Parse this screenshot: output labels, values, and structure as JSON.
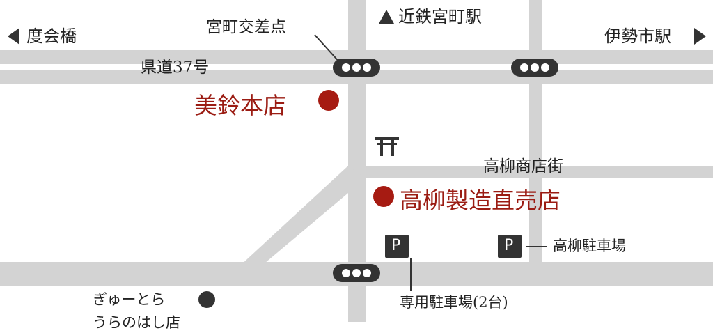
{
  "colors": {
    "road": "#d3d3d3",
    "ink": "#333333",
    "accent": "#a61b12",
    "text_red": "#9b1c13",
    "parking_bg": "#333333"
  },
  "directions": {
    "left": "度会橋",
    "top": "近鉄宮町駅",
    "right": "伊勢市駅"
  },
  "roads": {
    "prefectural": "県道37号",
    "shotengai": "高柳商店街"
  },
  "intersections": {
    "miyamachi": "宮町交差点"
  },
  "places": {
    "misuzu": "美鈴本店",
    "main_store": "高柳製造直売店",
    "gyutora_line1": "ぎゅーとら",
    "gyutora_line2": "うらのはし店"
  },
  "parking": {
    "symbol": "P",
    "takayanagi": "高柳駐車場",
    "dedicated": "専用駐車場(2台)"
  },
  "icons": {
    "traffic_light": "traffic-light-icon",
    "shrine": "torii-icon",
    "location": "location-dot-icon",
    "arrow": "triangle-arrow-icon"
  }
}
